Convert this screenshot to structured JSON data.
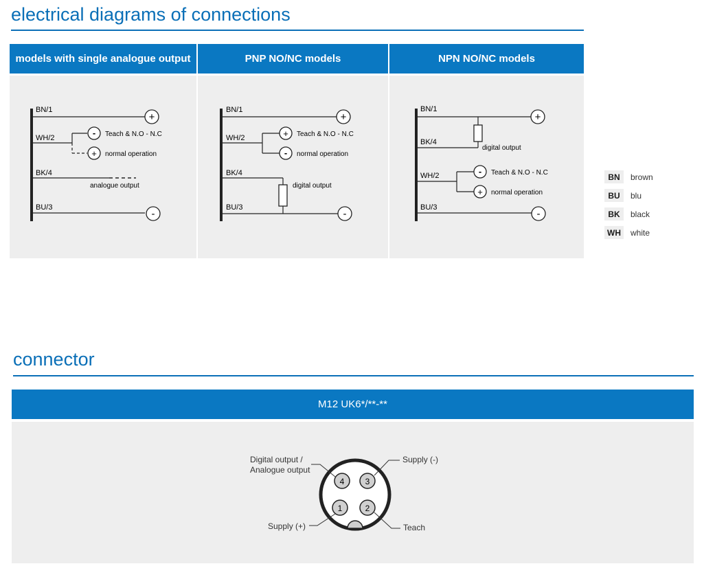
{
  "sections": {
    "diagrams_title": "electrical diagrams of connections",
    "connector_title": "connector"
  },
  "columns": [
    {
      "header": "models with single analogue output",
      "wires": {
        "bn": "BN/1",
        "wh": "WH/2",
        "bk": "BK/4",
        "bu": "BU/3"
      },
      "sym_teach": "-",
      "label_teach": "Teach & N.O - N.C",
      "sym_normal": "+",
      "label_normal": "normal operation",
      "output_label": "analogue output",
      "sym_supply_pos": "+",
      "sym_supply_neg": "-"
    },
    {
      "header": "PNP NO/NC models",
      "wires": {
        "bn": "BN/1",
        "wh": "WH/2",
        "bk": "BK/4",
        "bu": "BU/3"
      },
      "sym_teach": "+",
      "label_teach": "Teach & N.O - N.C",
      "sym_normal": "-",
      "label_normal": "normal operation",
      "output_label": "digital output",
      "sym_supply_pos": "+",
      "sym_supply_neg": "-"
    },
    {
      "header": "NPN NO/NC models",
      "wires": {
        "bn": "BN/1",
        "bk": "BK/4",
        "wh": "WH/2",
        "bu": "BU/3"
      },
      "sym_teach": "-",
      "label_teach": "Teach & N.O - N.C",
      "sym_normal": "+",
      "label_normal": "normal operation",
      "output_label": "digital output",
      "sym_supply_pos": "+",
      "sym_supply_neg": "-"
    }
  ],
  "legend": [
    {
      "code": "BN",
      "name": "brown"
    },
    {
      "code": "BU",
      "name": "blu"
    },
    {
      "code": "BK",
      "name": "black"
    },
    {
      "code": "WH",
      "name": "white"
    }
  ],
  "connector": {
    "header": "M12  UK6*/**-**",
    "pins": [
      "4",
      "3",
      "1",
      "2"
    ],
    "label_pin4_line1": "Digital output /",
    "label_pin4_line2": "Analogue output",
    "label_pin3": "Supply (-)",
    "label_pin1": "Supply (+)",
    "label_pin2": "Teach"
  },
  "colors": {
    "accent": "#0a78c2",
    "title": "#0a6fb7",
    "panel": "#eeeeee"
  }
}
